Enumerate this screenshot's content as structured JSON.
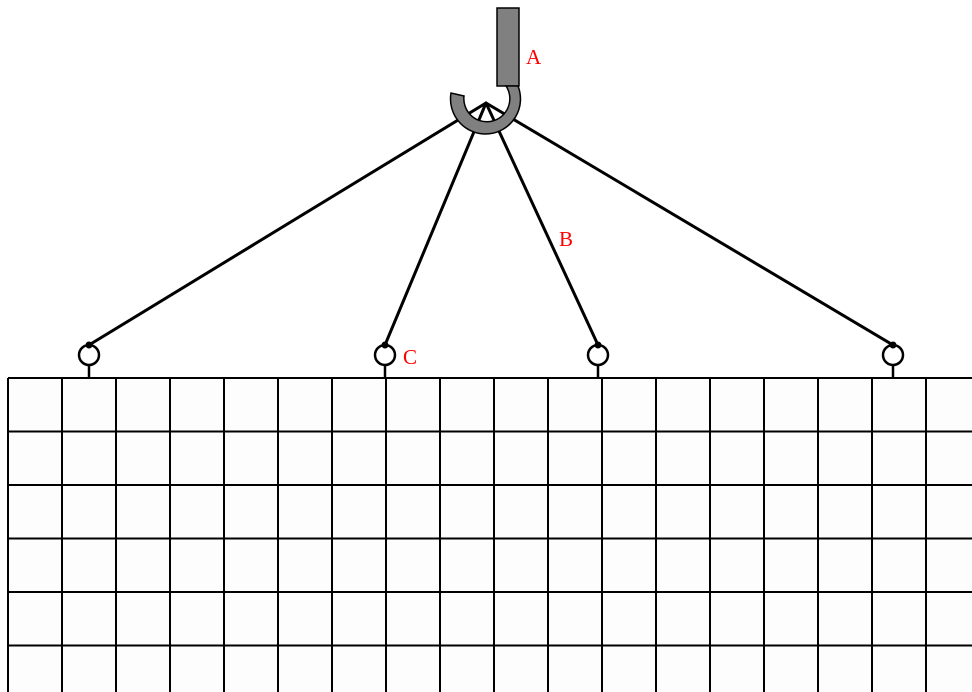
{
  "labels": {
    "a": "A",
    "b": "B",
    "c": "C"
  },
  "colors": {
    "label": "#ff0000",
    "line": "#000000",
    "hook": "#808080",
    "grid_fill": "#fdfdfd",
    "background": "#ffffff"
  },
  "grid": {
    "columns": 18,
    "rows": 6
  },
  "slings": 4,
  "lifting_eyes": 4
}
